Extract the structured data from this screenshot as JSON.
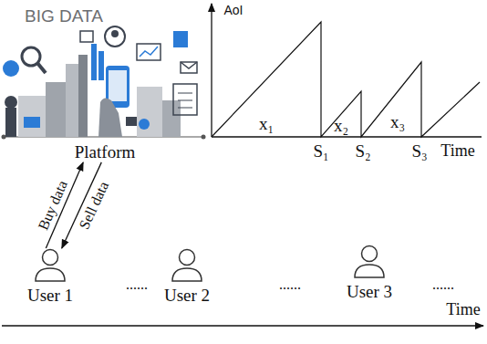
{
  "diagram": {
    "nodes": [
      {
        "text": [
          "Platform"
        ]
      },
      {
        "text": [
          "User 1"
        ]
      },
      {
        "text": [
          "User 2"
        ]
      },
      {
        "text": [
          "User 3"
        ]
      }
    ],
    "edges": [
      {
        "from": 1,
        "to": 0,
        "label": "Buy data",
        "arrow": "to"
      },
      {
        "from": 0,
        "to": 1,
        "label": "Sell data",
        "arrow": "to"
      }
    ],
    "labels": [
      "BIG DATA",
      "AoI",
      "x₁",
      "x₂",
      "x₃",
      "S₁",
      "S₂",
      "S₃",
      "Time",
      "......",
      "......",
      "......",
      "Time"
    ]
  }
}
